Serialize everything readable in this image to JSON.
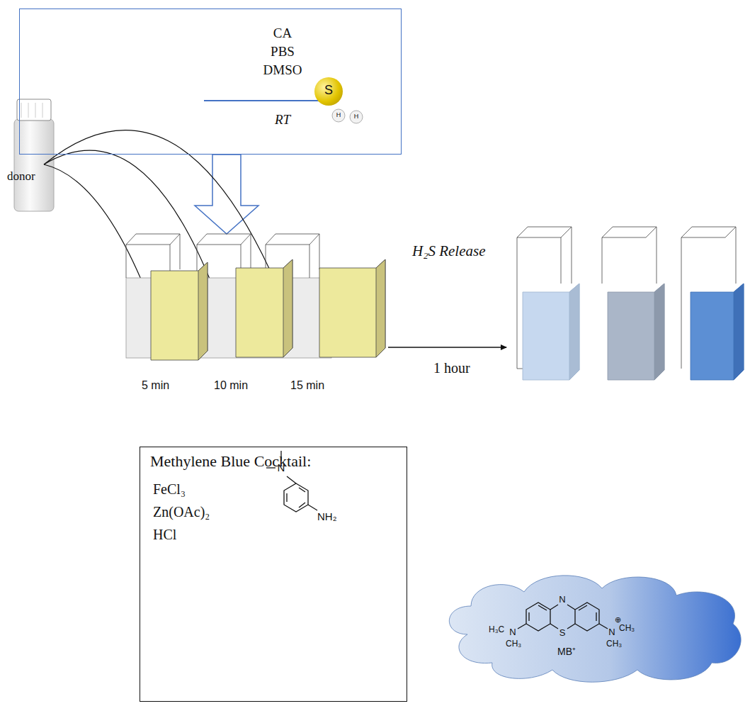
{
  "diagram": {
    "nodes": [
      {
        "text": [
          "CA",
          "PBS",
          "DMSO",
          "RT"
        ]
      },
      {
        "text": [
          "S"
        ],
        "in": 0
      },
      {
        "text": [
          "Methylene Blue Cocktail:",
          "FeCl₃",
          "Zn(OAc)₂",
          "HCl"
        ]
      },
      {
        "text": [
          "MB⁺"
        ]
      }
    ],
    "labels": [
      "donor",
      "5 min",
      "10 min",
      "15 min",
      "H₂S Release",
      "1 hour",
      "H",
      "H",
      "N",
      "NH₂",
      "N",
      "S",
      "H₃C",
      "N",
      "CH₃",
      "N",
      "⊕",
      "CH₃",
      "CH₃"
    ]
  }
}
